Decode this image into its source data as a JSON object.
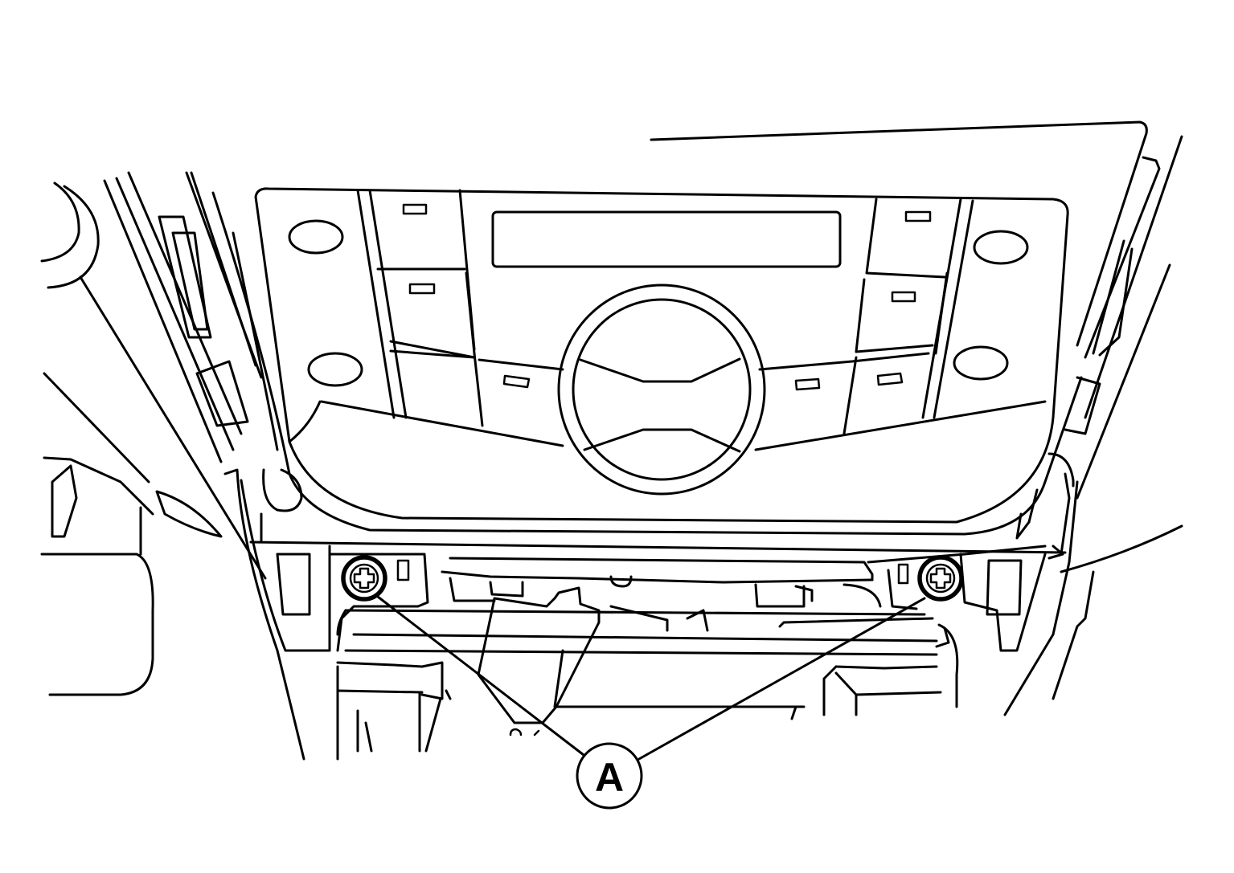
{
  "callout": {
    "label": "A",
    "refers_to": [
      "screw",
      "screw"
    ]
  },
  "icons": {
    "screw": "phillips-screw-icon"
  },
  "colors": {
    "line": "#000000",
    "background": "#ffffff"
  }
}
